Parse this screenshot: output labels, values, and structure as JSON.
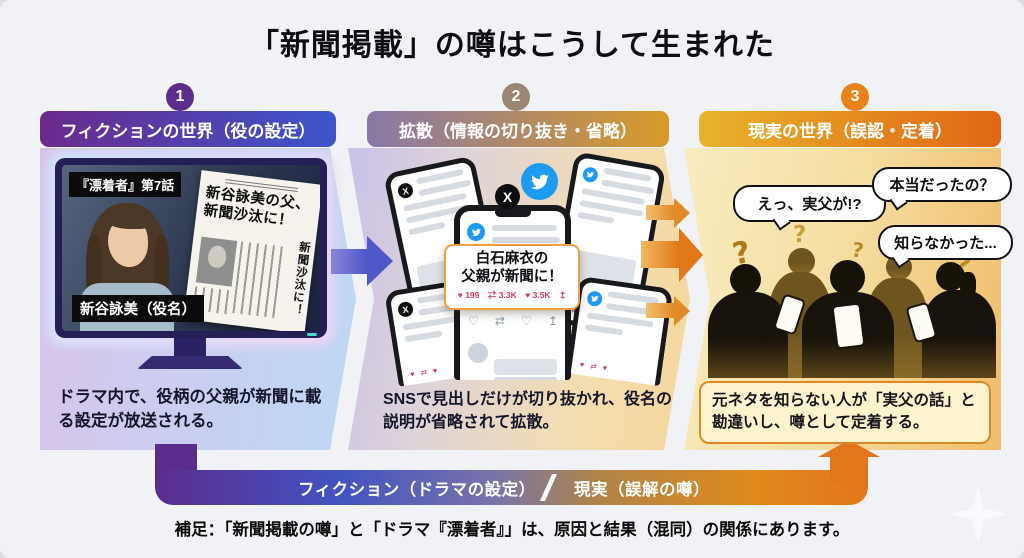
{
  "page": {
    "title": "「新聞掲載」の噂はこうして生まれた",
    "footnote": "補足：「新聞掲載の噂」と「ドラマ『漂着者』」は、原因と結果（混同）の関係にあります。"
  },
  "steps": [
    {
      "number": "1",
      "header": "フィクションの世界（役の設定）",
      "caption": "ドラマ内で、役柄の父親が新聞に載る設定が放送される。"
    },
    {
      "number": "2",
      "header": "拡散（情報の切り抜き・省略）",
      "caption": "SNSで見出しだけが切り抜かれ、役名の説明が省略されて拡散。"
    },
    {
      "number": "3",
      "header": "現実の世界（誤認・定着）",
      "caption": "元ネタを知らない人が「実父の話」と勘違いし、噂として定着する。"
    }
  ],
  "tv": {
    "episode_badge": "『漂着者』第7話",
    "headline_line1": "新谷詠美の父、",
    "headline_line2": "新聞沙汰に！",
    "side_text": "新聞沙汰に！",
    "name_badge": "新谷詠美（役名）"
  },
  "sns": {
    "x_logo": "X",
    "highlight_line1": "白石麻衣の",
    "highlight_line2": "父親が新聞に！",
    "highlight_stats": "♥ 199　⇄ 3.3K　♥ 3.5K　↥",
    "action_heart1": "♡",
    "action_retweet": "⇄",
    "action_heart2": "♡",
    "action_share": "↥",
    "mini_stats": "♥ ⇄ ♥"
  },
  "reality": {
    "bubble1": "えっ、実父が!?",
    "bubble2": "本当だったの？",
    "bubble3": "知らなかった...",
    "qmark": "?"
  },
  "flow": {
    "fiction_label": "フィクション（ドラマの設定）",
    "reality_label": "現実（誤解の噂）"
  },
  "colors": {
    "accent_purple": "#5c2d8e",
    "accent_blue": "#3c55cc",
    "accent_gold": "#d89a28",
    "accent_orange": "#e8821a",
    "twitter_blue": "#1d9bf0"
  }
}
